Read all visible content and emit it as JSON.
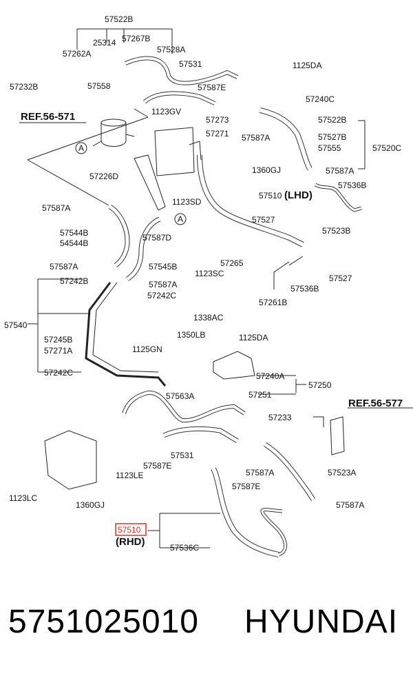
{
  "labels": {
    "p57522b_top": "57522B",
    "p25314": "25314",
    "p57267b": "57267B",
    "p57262a": "57262A",
    "p57528a": "57528A",
    "p57531_top": "57531",
    "p1125da_top": "1125DA",
    "p57232b": "57232B",
    "p57558": "57558",
    "p57587e_top": "57587E",
    "p57240c": "57240C",
    "ref56571": "REF.56-571",
    "p1123gv": "1123GV",
    "p57273": "57273",
    "p57271": "57271",
    "p57587a_mid": "57587A",
    "p57522b_r": "57522B",
    "p57527b": "57527B",
    "p57555": "57555",
    "p57520c": "57520C",
    "p57587a_r": "57587A",
    "p57226d": "57226D",
    "p1360gj_top": "1360GJ",
    "p57536b_r": "57536B",
    "p1123sd": "1123SD",
    "p57510_lhd": "57510",
    "lhd": "(LHD)",
    "p57523b": "57523B",
    "p57587a_l": "57587A",
    "p57527_mid": "57527",
    "p57544b": "57544B",
    "p54544b": "54544B",
    "p57587d": "57587D",
    "p57265": "57265",
    "p57587a_l2": "57587A",
    "p57545b": "57545B",
    "p1123sc": "1123SC",
    "p57536b_mid": "57536B",
    "p57527_r": "57527",
    "p57242b": "57242B",
    "p57587a_c": "57587A",
    "p57242c_c": "57242C",
    "p57261b": "57261B",
    "p1338ac": "1338AC",
    "p57540": "57540",
    "p1350lb": "1350LB",
    "p1125da_mid": "1125DA",
    "p57245b": "57245B",
    "p57271a": "57271A",
    "p1125gn": "1125GN",
    "p57240a": "57240A",
    "p57250": "57250",
    "p57242c_b": "57242C",
    "p57251": "57251",
    "p57563a": "57563A",
    "ref56577": "REF.56-577",
    "p57233": "57233",
    "p57531_low": "57531",
    "p57587e_l": "57587E",
    "p57587a_low": "57587A",
    "p57523a": "57523A",
    "p1123le": "1123LE",
    "p1123lc": "1123LC",
    "p57587e_low": "57587E",
    "p57587a_rlow": "57587A",
    "p1360gj_low": "1360GJ",
    "p57510_rhd": "57510",
    "rhd": "(RHD)",
    "p57536c": "57536C",
    "circle_a1": "A",
    "circle_a2": "A"
  },
  "footer": {
    "part_number": "5751025010",
    "brand": "HYUNDAI"
  },
  "colors": {
    "highlight": "#e23030",
    "line": "#222222"
  }
}
